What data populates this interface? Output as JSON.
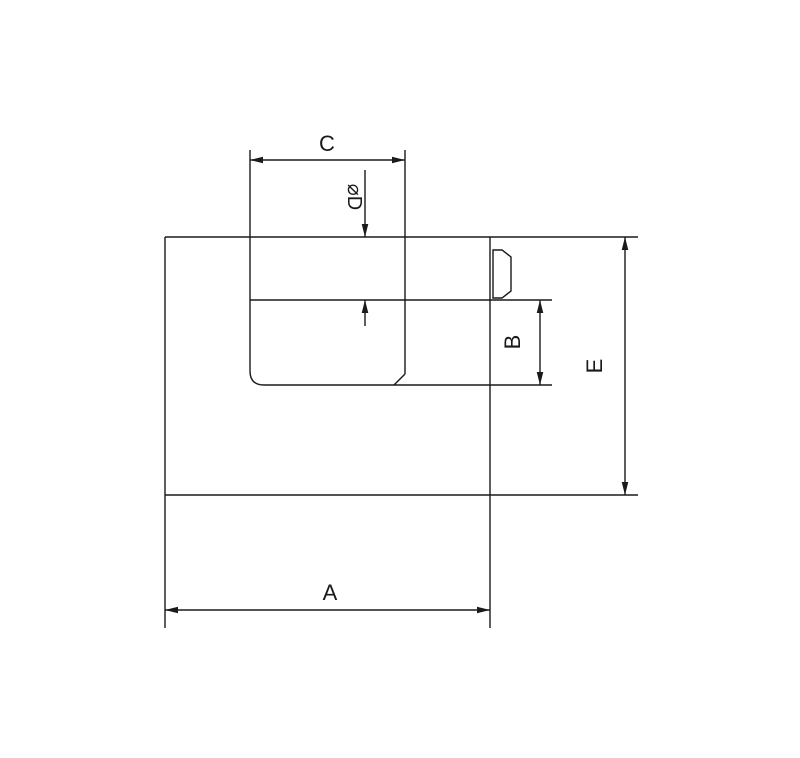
{
  "diagram": {
    "title": "padlock-dimension-drawing",
    "labels": {
      "width_a": "A",
      "shackle_clearance_b": "B",
      "slot_width_c": "C",
      "shackle_diameter_d": "⌀D",
      "body_height_e": "E"
    },
    "colors": {
      "line": "#1a1a1a",
      "background": "#ffffff"
    }
  }
}
